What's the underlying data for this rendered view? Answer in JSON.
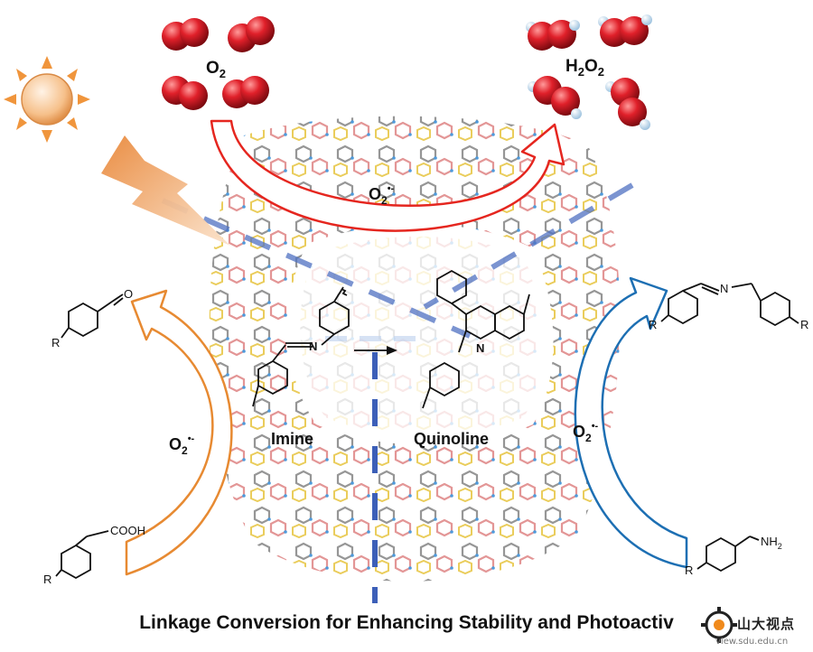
{
  "labels": {
    "o2": "O",
    "o2_sub": "2",
    "h2o2_a": "H",
    "h2o2_sub1": "2",
    "h2o2_b": "O",
    "h2o2_sub2": "2",
    "superoxide_o": "O",
    "superoxide_sub": "2",
    "superoxide_sup": "•-",
    "imine": "Imine",
    "quinoline": "Quinoline",
    "r_aldehyde": "R",
    "aldehyde_o": "O",
    "r_acid": "R",
    "cooh": "COOH",
    "r_imine": "R",
    "r_imine2": "R",
    "imine_n": "N",
    "quinoline_n": "N",
    "imine_left_n": "N",
    "r_amine": "R",
    "nh2": "NH",
    "nh2_sub": "2"
  },
  "caption": "Linkage Conversion for Enhancing Stability and Photoactiv",
  "logo": {
    "name": "山大视点",
    "url": "view.sdu.edu.cn"
  },
  "colors": {
    "sun": "#f6c08a",
    "sun_rays": "#f0953c",
    "oxygen": "#e0202a",
    "hydrogen": "#cde4f5",
    "red_arrow": "#e5261f",
    "orange_arrow": "#e78a32",
    "blue_arrow": "#1d6fb3",
    "dash_line": "#4f71c2",
    "cof_gray": "#8a8a8a",
    "cof_pink": "#e08a8a",
    "cof_yellow": "#e8c74a",
    "cof_blue": "#3a8fd8"
  }
}
